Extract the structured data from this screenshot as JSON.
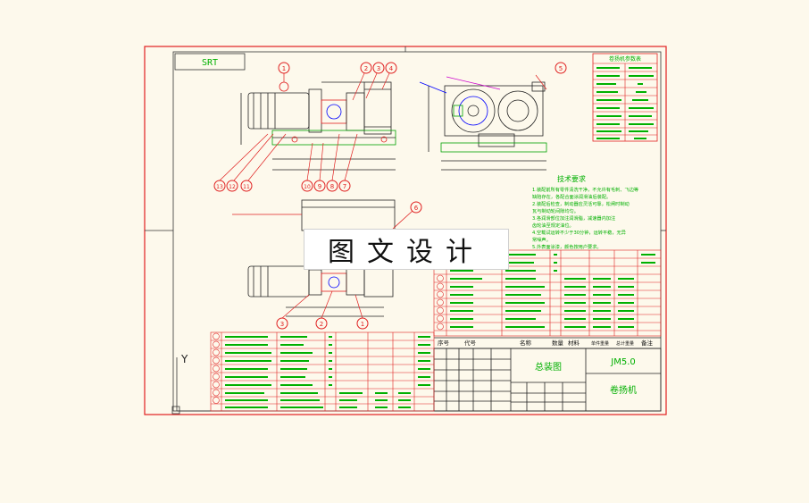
{
  "drawing": {
    "corner_code": "SRT",
    "axis_label": "Y",
    "colors": {
      "frame": "#e02020",
      "line": "#222222",
      "note": "#00c000",
      "sheet": "#fdf9ec"
    }
  },
  "title_block": {
    "drawing_name": "总装图",
    "drawing_number": "JM5.0",
    "product_name": "卷扬机",
    "col_headers": [
      "序号",
      "代号",
      "名称",
      "数量",
      "材料",
      "单件重量",
      "总计重量",
      "备注"
    ]
  },
  "tech_requirements": {
    "title": "技术要求",
    "lines": [
      "1.装配前所有零件清洗干净，不允许有毛刺、飞边等",
      "  缺陷存在，各配合面涂润滑油后装配。",
      "2.装配后检查，制动器应灵活可靠，松闸时制动",
      "  瓦与制动轮间隙均匀。",
      "3.各润滑部位加注润滑脂，减速器内加注",
      "  齿轮油至规定油位。",
      "4.空载试运转不少于30分钟，运转平稳，无异",
      "  常噪声。",
      "5.外表面涂漆，颜色按用户要求。"
    ]
  },
  "balloons": [
    "1",
    "2",
    "3",
    "4",
    "5",
    "6",
    "7",
    "8",
    "9",
    "10",
    "11",
    "12",
    "13"
  ],
  "params_header": "卷扬机参数表",
  "watermark": "图文设计"
}
